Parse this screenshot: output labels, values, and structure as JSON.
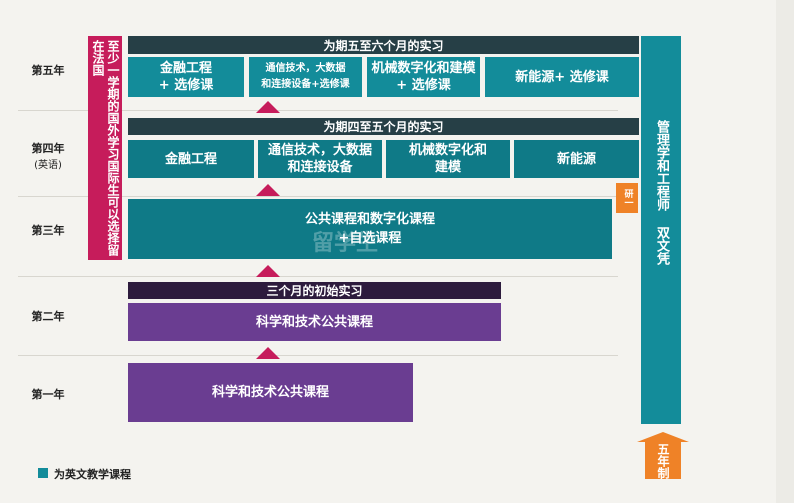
{
  "years": {
    "y5": "第五年",
    "y4": "第四年",
    "y4_note": "(英语)",
    "y3": "第三年",
    "y2": "第二年",
    "y1": "第一年"
  },
  "year5": {
    "header": "为期五至六个月的实习",
    "cells": [
      "金融工程\n+ 选修课",
      "通信技术，大数据\n和连接设备+选修课",
      "机械数字化和建模\n+ 选修课",
      "新能源+ 选修课"
    ]
  },
  "year4": {
    "header": "为期四至五个月的实习",
    "cells": [
      "金融工程",
      "通信技术，大数据\n和连接设备",
      "机械数字化和\n建模",
      "新能源"
    ]
  },
  "year3": {
    "box": "公共课程和数字化课程\n+自选课程"
  },
  "year2": {
    "header": "三个月的初始实习",
    "box": "科学和技术公共课程"
  },
  "year1": {
    "box": "科学和技术公共课程"
  },
  "side_left": "至少一学期的国外学习国际生可以选择留在法国",
  "side_right": "管理学和工程师 双文凭",
  "badge_yan": "研一",
  "badge_wunian": "五年制",
  "legend": "为英文教学课程",
  "watermark": "留学生",
  "colors": {
    "teal": "#138c9a",
    "dark": "#263f46",
    "purple": "#6a3d91",
    "crimson": "#c61c5b",
    "orange": "#ef8227"
  }
}
